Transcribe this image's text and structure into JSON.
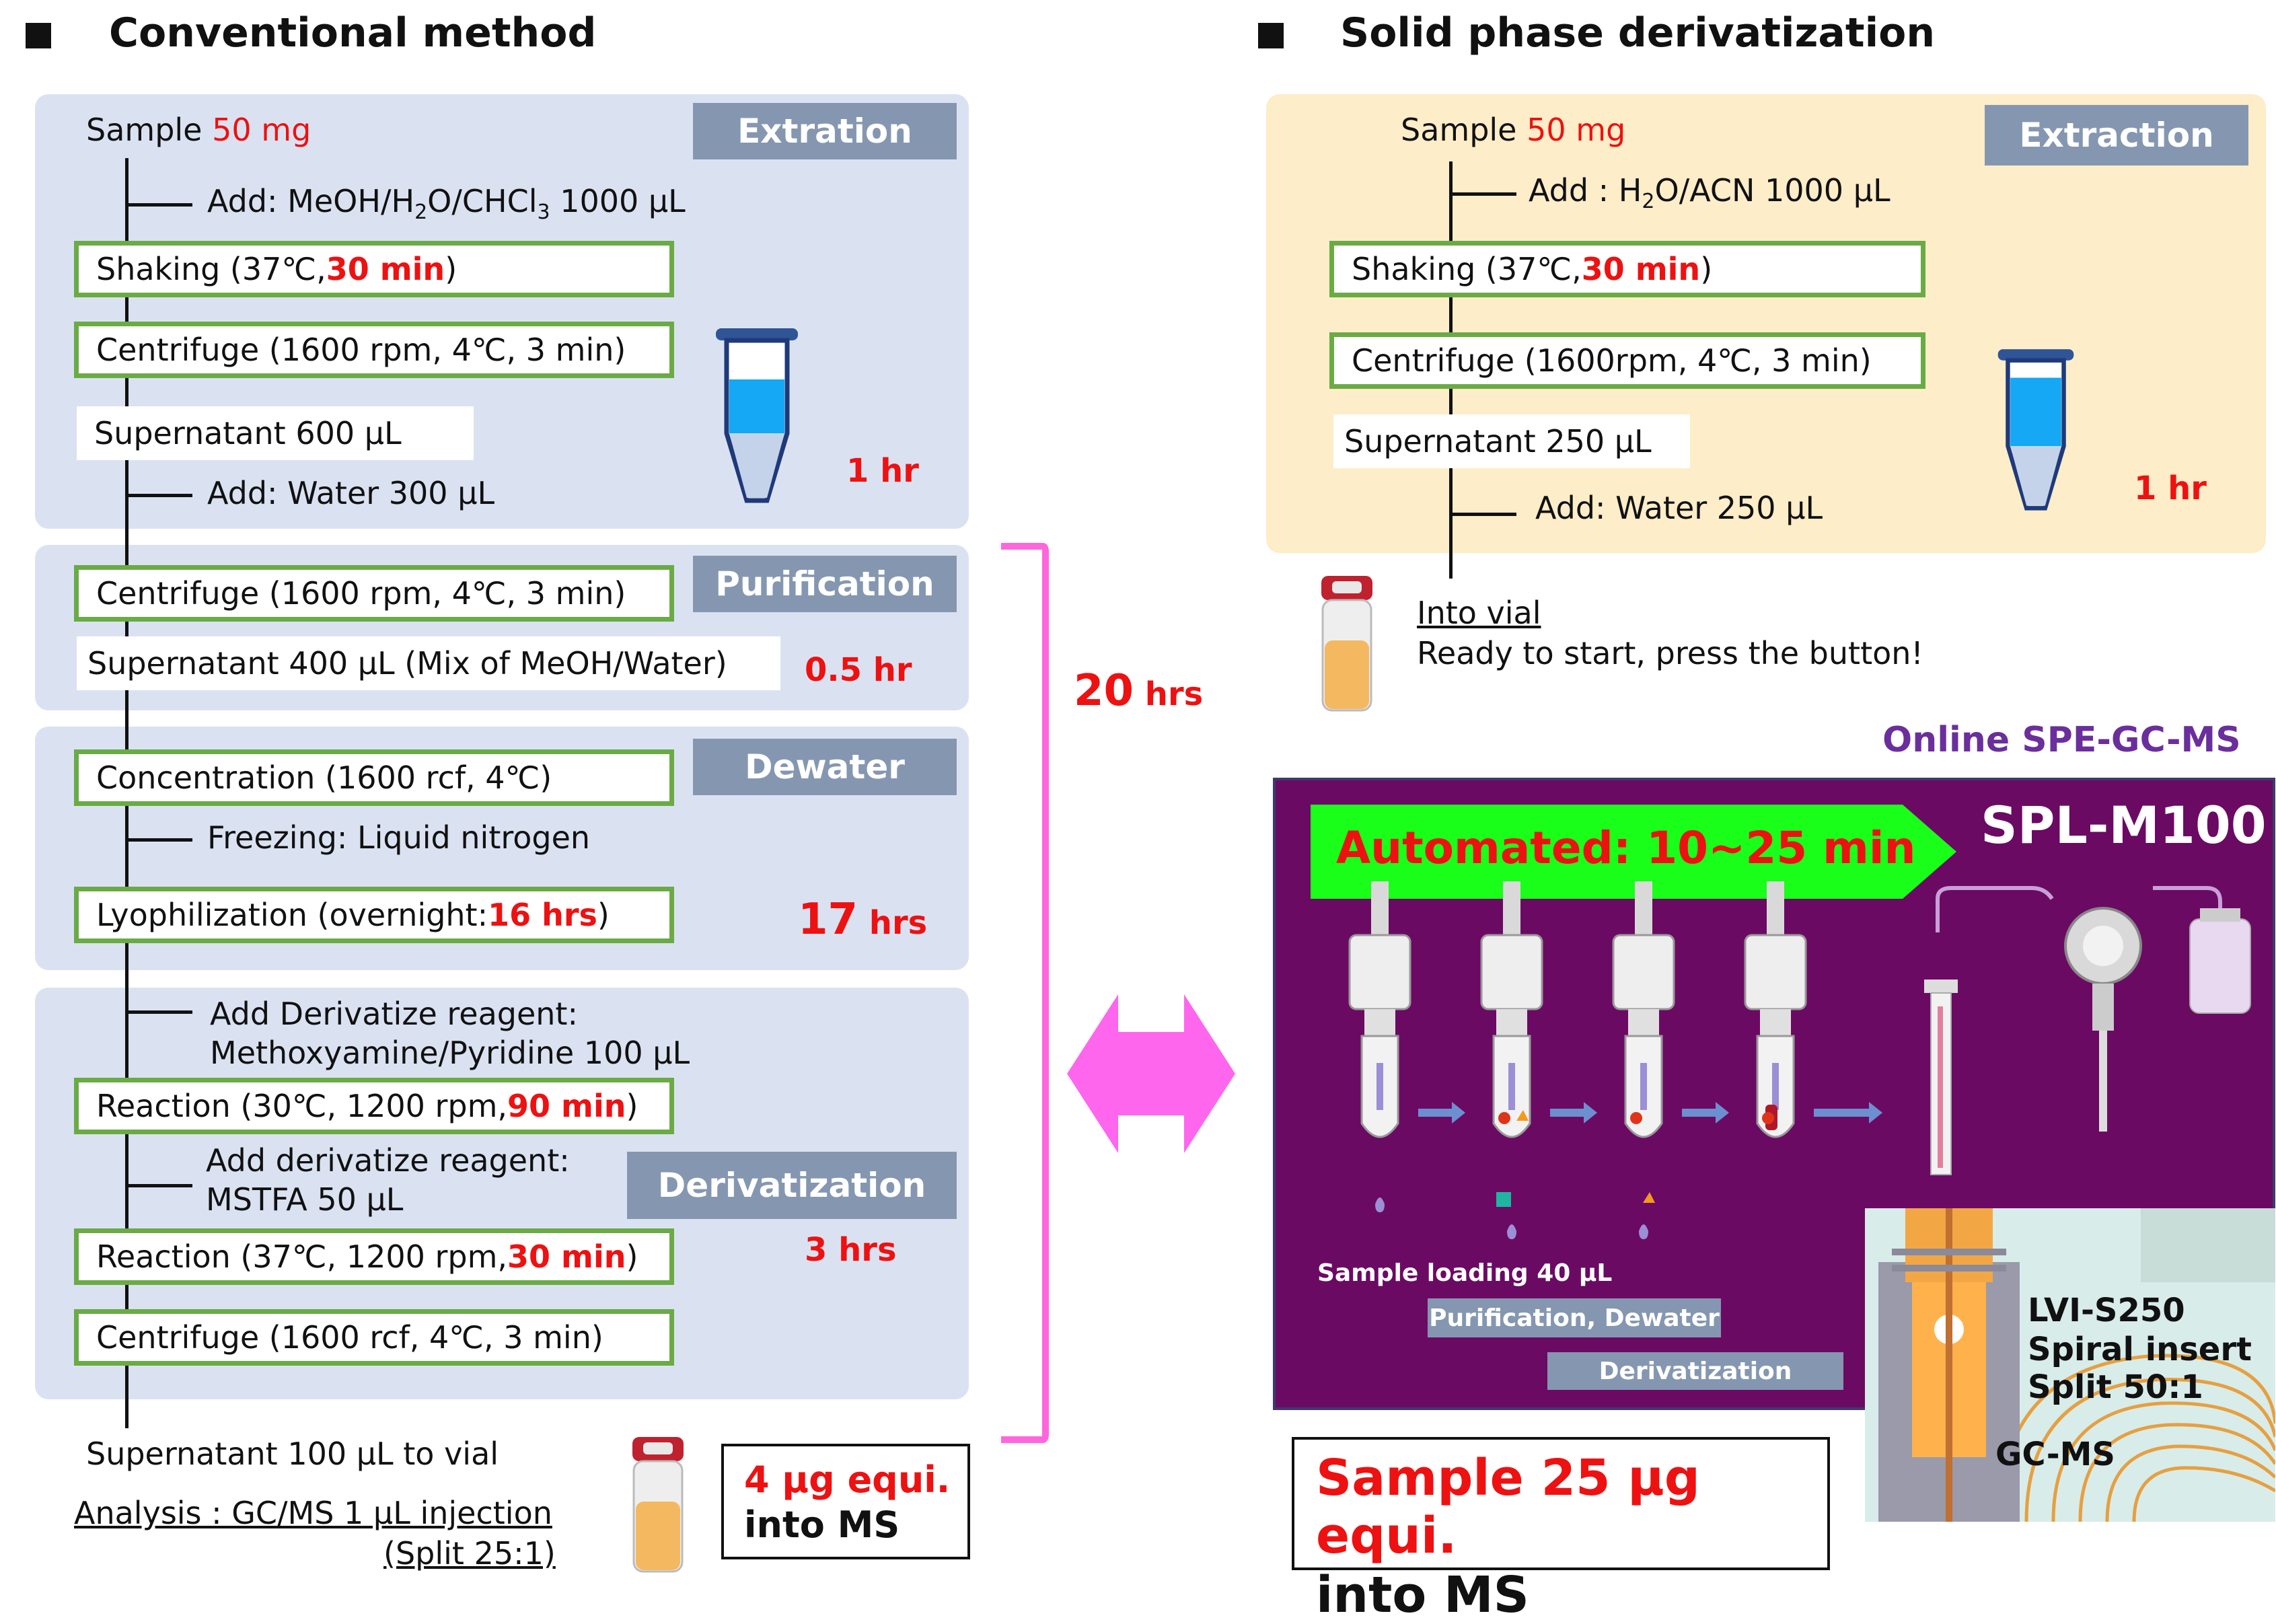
{
  "left": {
    "heading": "Conventional method",
    "extraction": {
      "tag": "Extration",
      "sample_label": "Sample",
      "sample_amount": "50 mg",
      "add_prefix": "Add: MeOH/H",
      "add_sub1": "2",
      "add_mid": "O/CHCl",
      "add_sub2": "3",
      "add_suffix": " 1000 μL",
      "shaking_prefix": "Shaking  (37℃, ",
      "shaking_time": "30 min",
      "shaking_suffix": ")",
      "centrifuge": "Centrifuge (1600 rpm, 4℃, 3 min)",
      "supernatant": "Supernatant 600 μL",
      "add_water": "Add: Water 300 μL",
      "time": "1 hr"
    },
    "purification": {
      "tag": "Purification",
      "centrifuge": "Centrifuge (1600 rpm, 4℃, 3 min)",
      "supernatant": "Supernatant 400 μL (Mix of MeOH/Water)",
      "time": "0.5 hr"
    },
    "dewater": {
      "tag": "Dewater",
      "concentration": "Concentration (1600 rcf, 4℃)",
      "freezing": "Freezing: Liquid nitrogen",
      "lyo_prefix": "Lyophilization (overnight: ",
      "lyo_time": "16 hrs",
      "lyo_suffix": ")",
      "time_num": "17",
      "time_unit": " hrs"
    },
    "derivatization": {
      "tag": "Derivatization",
      "add1_line1": "Add Derivatize reagent:",
      "add1_line2": "Methoxyamine/Pyridine 100 μL",
      "reaction1_prefix": "Reaction (30℃, 1200 rpm, ",
      "reaction1_time": "90 min",
      "reaction1_suffix": ")",
      "add2_line1": "Add derivatize reagent:",
      "add2_line2": "MSTFA 50 μL",
      "reaction2_prefix": "Reaction (37℃, 1200 rpm, ",
      "reaction2_time": "30 min",
      "reaction2_suffix": ")",
      "centrifuge": "Centrifuge (1600 rcf, 4℃, 3 min)",
      "time": "3 hrs"
    },
    "supernatant_vial": "Supernatant 100 μL to vial",
    "analysis_line1": "Analysis : GC/MS 1 μL injection",
    "analysis_line2": "(Split 25:1)",
    "result_line1": "4 μg equi.",
    "result_line2": "into MS",
    "total_num": "20",
    "total_unit": " hrs"
  },
  "right": {
    "heading": "Solid phase derivatization",
    "extraction": {
      "tag": "Extraction",
      "sample_label": "Sample",
      "sample_amount": "50 mg",
      "add_prefix": "Add : H",
      "add_sub": "2",
      "add_suffix": "O/ACN 1000 μL",
      "shaking_prefix": "Shaking (37℃, ",
      "shaking_time": "30 min",
      "shaking_suffix": ")",
      "centrifuge": "Centrifuge (1600rpm, 4℃, 3 min)",
      "supernatant": "Supernatant 250 μL",
      "add_water": "Add: Water 250 μL",
      "time": "1 hr"
    },
    "into_vial": "Into vial",
    "ready": "Ready to start, press the button!",
    "online_label": "Online SPE-GC-MS",
    "instrument": "SPL-M100",
    "automated": "Automated: 10~25 min",
    "sample_loading": "Sample loading 40 μL",
    "purification_dewater": "Purification, Dewater",
    "derivatization": "Derivatization",
    "lvi_line1": "LVI-S250",
    "lvi_line2": "Spiral insert",
    "lvi_line3": "Split 50:1",
    "gcms": "GC-MS",
    "result_line1": "Sample 25 μg equi.",
    "result_line2": "into MS"
  },
  "colors": {
    "panel_blue": "#dae2f2",
    "panel_cream": "#fdedc8",
    "tag_gray": "#8597b0",
    "box_green": "#6aab45",
    "highlight_red": "#ee1111",
    "bracket_magenta": "#ff66dd",
    "online_purple": "#6a2f9c",
    "device_panel": "#6b0a63",
    "automated_green": "#19ff19"
  }
}
